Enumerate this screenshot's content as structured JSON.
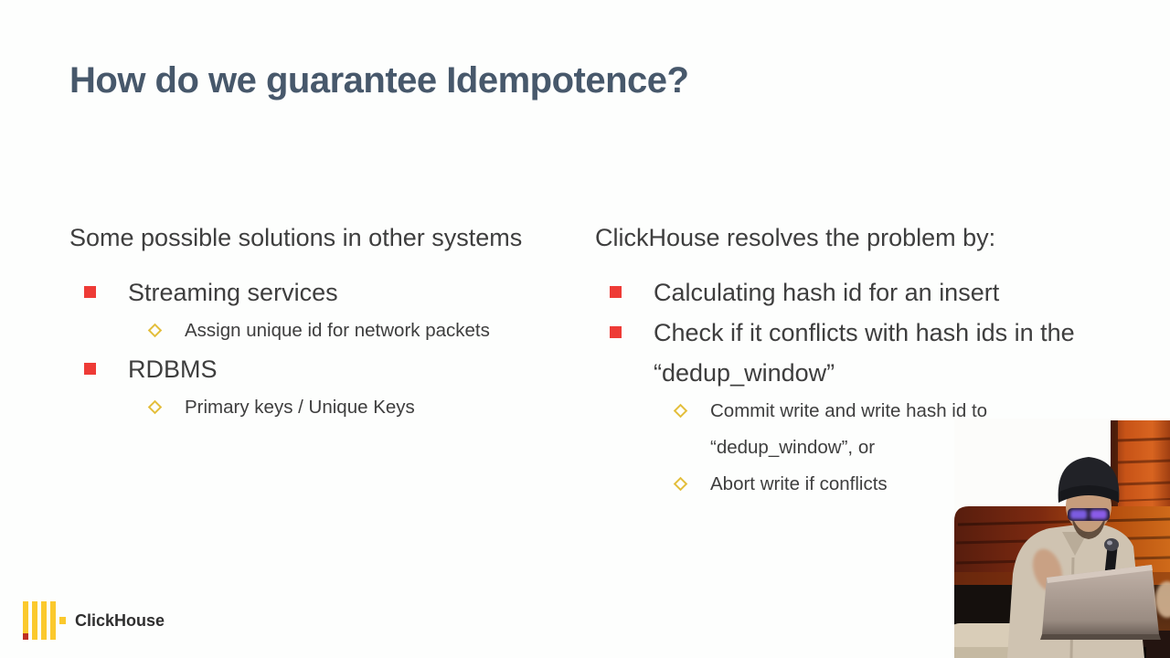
{
  "slide": {
    "title": "How do we guarantee Idempotence?",
    "columns": [
      {
        "header": "Some possible solutions in other systems",
        "items": [
          {
            "label": "Streaming services",
            "subitems": [
              "Assign unique id for network packets"
            ]
          },
          {
            "label": "RDBMS",
            "subitems": [
              "Primary keys / Unique Keys"
            ]
          }
        ]
      },
      {
        "header": "ClickHouse resolves the problem by:",
        "items": [
          {
            "label": "Calculating hash id for an insert",
            "subitems": []
          },
          {
            "label": "Check if it conflicts with hash ids in the “dedup_window”",
            "subitems": [
              "Commit write and write hash id to “dedup_window”, or",
              "Abort write if conflicts"
            ]
          }
        ]
      }
    ]
  },
  "branding": {
    "logo_text": "ClickHouse"
  },
  "colors": {
    "title": "#47586B",
    "text": "#3E3E3E",
    "bullet_red": "#EE3B36",
    "diamond_yellow": "#E3BE3B",
    "logo_yellow": "#FBC92D",
    "logo_red": "#BE3023",
    "logo_text": "#2F2F2F"
  }
}
